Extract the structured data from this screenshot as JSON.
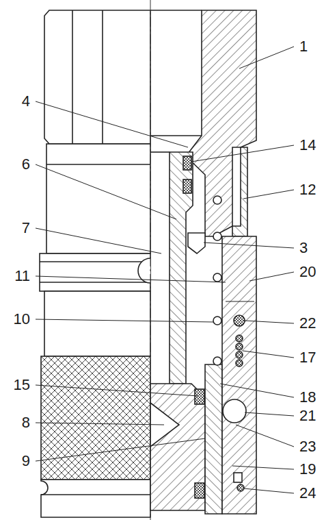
{
  "diagram": {
    "labels": [
      "1",
      "4",
      "14",
      "6",
      "12",
      "7",
      "3",
      "11",
      "20",
      "10",
      "22",
      "17",
      "15",
      "18",
      "21",
      "8",
      "23",
      "9",
      "19",
      "24"
    ]
  }
}
